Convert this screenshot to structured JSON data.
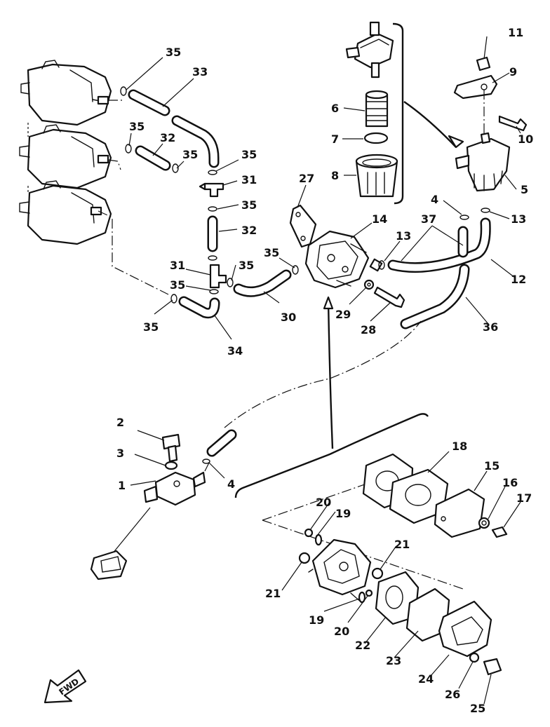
{
  "labels": {
    "p1": "1",
    "p2": "2",
    "p3": "3",
    "p4a": "4",
    "p4b": "4",
    "p5": "5",
    "p6": "6",
    "p7": "7",
    "p8": "8",
    "p9": "9",
    "p10": "10",
    "p11": "11",
    "p12": "12",
    "p13a": "13",
    "p13b": "13",
    "p14": "14",
    "p15": "15",
    "p16": "16",
    "p17": "17",
    "p18": "18",
    "p19a": "19",
    "p19b": "19",
    "p20a": "20",
    "p20b": "20",
    "p21a": "21",
    "p21b": "21",
    "p22": "22",
    "p23": "23",
    "p24": "24",
    "p25": "25",
    "p26": "26",
    "p27": "27",
    "p28": "28",
    "p29": "29",
    "p30": "30",
    "p31a": "31",
    "p31b": "31",
    "p32a": "32",
    "p32b": "32",
    "p33": "33",
    "p34": "34",
    "p35a": "35",
    "p35b": "35",
    "p35c": "35",
    "p35d": "35",
    "p35e": "35",
    "p35f": "35",
    "p35g": "35",
    "p35h": "35",
    "p35i": "35",
    "p36": "36",
    "p37": "37"
  },
  "fwd_label": "FWD"
}
